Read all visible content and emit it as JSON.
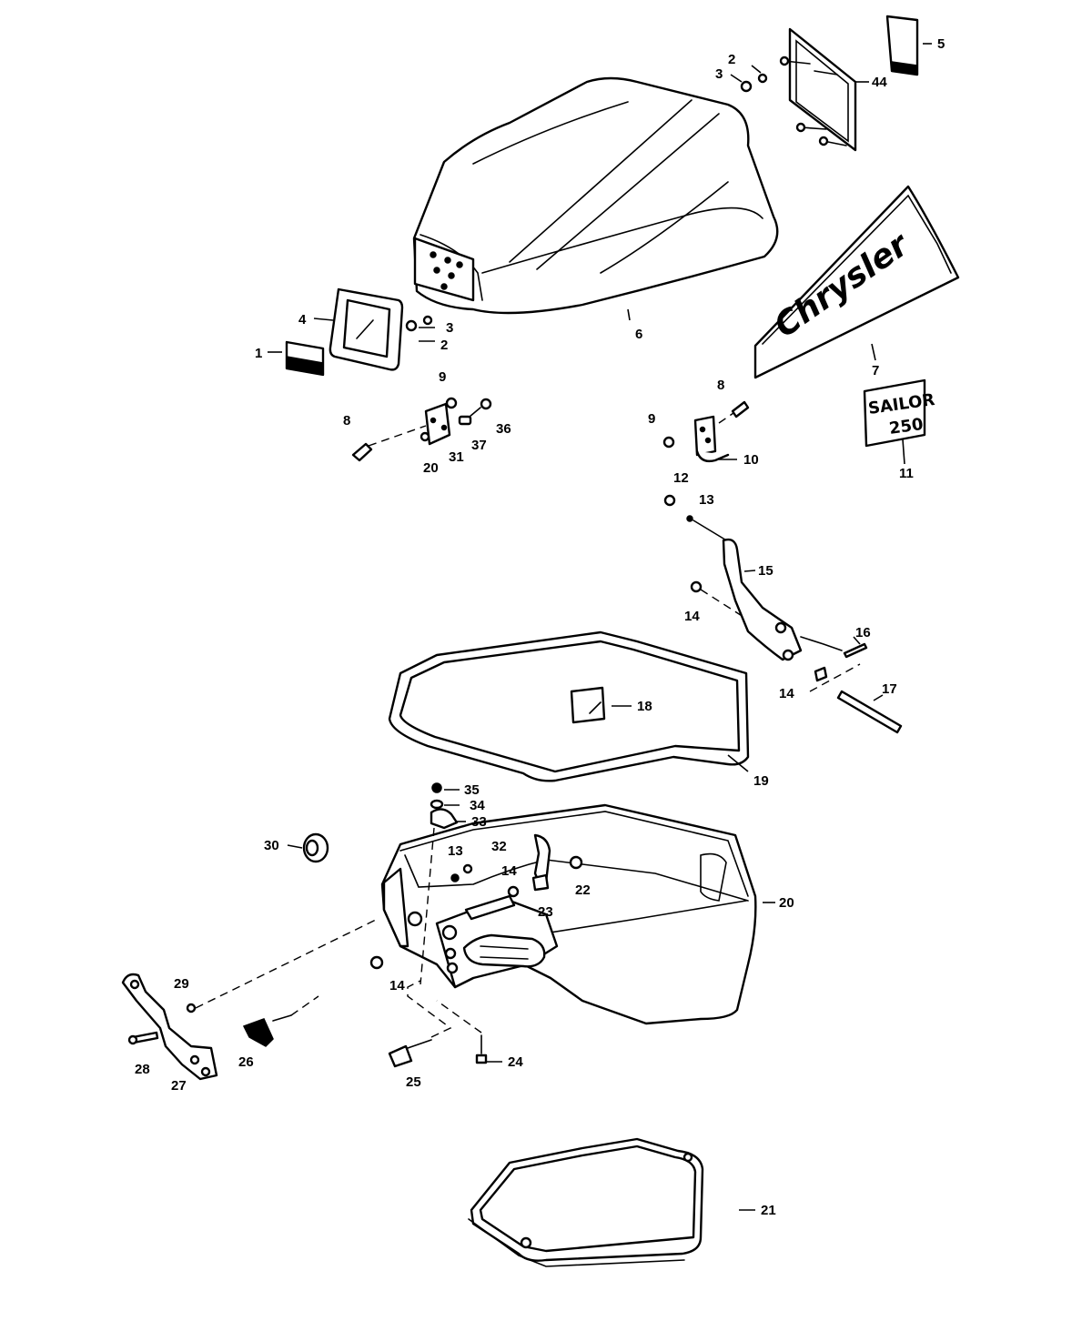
{
  "diagram": {
    "brand_logo": "Chrysler",
    "model_decal": {
      "line1": "SAILOR",
      "line2": "250"
    },
    "callouts": [
      {
        "id": "c1",
        "label": "1"
      },
      {
        "id": "c2a",
        "label": "2"
      },
      {
        "id": "c2b",
        "label": "2"
      },
      {
        "id": "c3a",
        "label": "3"
      },
      {
        "id": "c3b",
        "label": "3"
      },
      {
        "id": "c4",
        "label": "4"
      },
      {
        "id": "c5",
        "label": "5"
      },
      {
        "id": "c6",
        "label": "6"
      },
      {
        "id": "c7",
        "label": "7"
      },
      {
        "id": "c8a",
        "label": "8"
      },
      {
        "id": "c8b",
        "label": "8"
      },
      {
        "id": "c9a",
        "label": "9"
      },
      {
        "id": "c9b",
        "label": "9"
      },
      {
        "id": "c10",
        "label": "10"
      },
      {
        "id": "c11",
        "label": "11"
      },
      {
        "id": "c12",
        "label": "12"
      },
      {
        "id": "c13a",
        "label": "13"
      },
      {
        "id": "c13b",
        "label": "13"
      },
      {
        "id": "c14a",
        "label": "14"
      },
      {
        "id": "c14b",
        "label": "14"
      },
      {
        "id": "c14c",
        "label": "14"
      },
      {
        "id": "c14d",
        "label": "14"
      },
      {
        "id": "c15",
        "label": "15"
      },
      {
        "id": "c16",
        "label": "16"
      },
      {
        "id": "c17",
        "label": "17"
      },
      {
        "id": "c18",
        "label": "18"
      },
      {
        "id": "c19",
        "label": "19"
      },
      {
        "id": "c20a",
        "label": "20"
      },
      {
        "id": "c20b",
        "label": "20"
      },
      {
        "id": "c21",
        "label": "21"
      },
      {
        "id": "c22",
        "label": "22"
      },
      {
        "id": "c23",
        "label": "23"
      },
      {
        "id": "c24",
        "label": "24"
      },
      {
        "id": "c25",
        "label": "25"
      },
      {
        "id": "c26",
        "label": "26"
      },
      {
        "id": "c27",
        "label": "27"
      },
      {
        "id": "c28",
        "label": "28"
      },
      {
        "id": "c29",
        "label": "29"
      },
      {
        "id": "c30",
        "label": "30"
      },
      {
        "id": "c31",
        "label": "31"
      },
      {
        "id": "c32",
        "label": "32"
      },
      {
        "id": "c33",
        "label": "33"
      },
      {
        "id": "c34",
        "label": "34"
      },
      {
        "id": "c35",
        "label": "35"
      },
      {
        "id": "c36",
        "label": "36"
      },
      {
        "id": "c37",
        "label": "37"
      },
      {
        "id": "c44",
        "label": "44"
      }
    ]
  }
}
